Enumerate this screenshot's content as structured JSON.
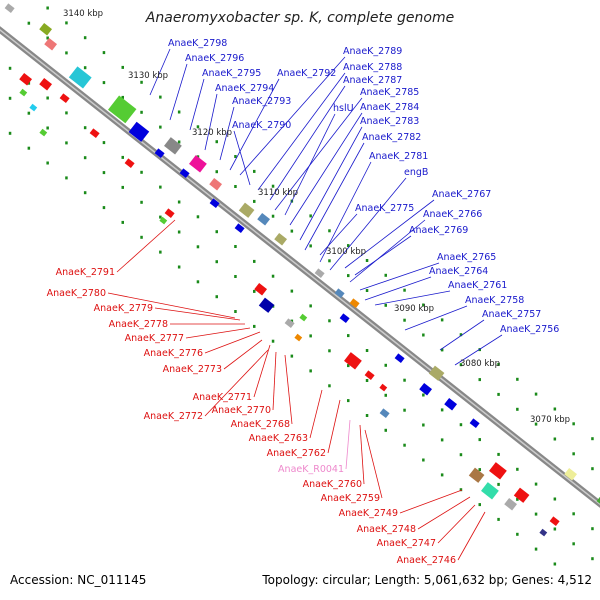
{
  "title": "Anaeromyxobacter sp. K, complete genome",
  "footer": {
    "accession": "Accession: NC_011145",
    "topology": "Topology: circular; Length: 5,061,632 bp; Genes: 4,512"
  },
  "colors": {
    "forward_label": "#1a1acc",
    "reverse_label": "#dd1111",
    "rna_label": "#ee88cc",
    "backbone": "#888888",
    "tick_dot": "#1a8a1a"
  },
  "scale_ticks": [
    "3140 kbp",
    "3130 kbp",
    "3120 kbp",
    "3110 kbp",
    "3100 kbp",
    "3090 kbp",
    "3080 kbp",
    "3070 kbp"
  ],
  "forward_labels": [
    "AnaeK_2798",
    "AnaeK_2796",
    "AnaeK_2795",
    "AnaeK_2794",
    "AnaeK_2793",
    "AnaeK_2792",
    "AnaeK_2790",
    "AnaeK_2789",
    "AnaeK_2788",
    "AnaeK_2787",
    "hslU",
    "AnaeK_2785",
    "AnaeK_2784",
    "AnaeK_2783",
    "AnaeK_2782",
    "AnaeK_2781",
    "engB",
    "AnaeK_2775",
    "AnaeK_2769",
    "AnaeK_2767",
    "AnaeK_2766",
    "AnaeK_2765",
    "AnaeK_2764",
    "AnaeK_2761",
    "AnaeK_2758",
    "AnaeK_2757",
    "AnaeK_2756"
  ],
  "reverse_labels": [
    "AnaeK_2791",
    "AnaeK_2780",
    "AnaeK_2779",
    "AnaeK_2778",
    "AnaeK_2777",
    "AnaeK_2776",
    "AnaeK_2773",
    "AnaeK_2771",
    "AnaeK_2772",
    "AnaeK_2770",
    "AnaeK_2768",
    "AnaeK_2763",
    "AnaeK_2762",
    "AnaeK_R0041",
    "AnaeK_2760",
    "AnaeK_2759",
    "AnaeK_2749",
    "AnaeK_2748",
    "AnaeK_2747",
    "AnaeK_2746"
  ]
}
